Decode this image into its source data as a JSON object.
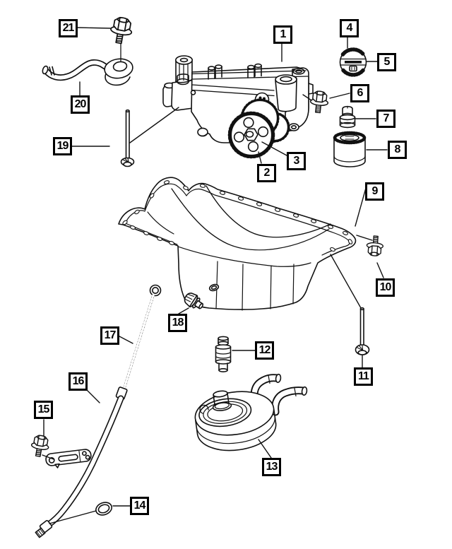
{
  "diagram": {
    "colors": {
      "line": "#111111",
      "background": "#ffffff",
      "callout_border": "#000000"
    },
    "callouts": [
      {
        "label": "1"
      },
      {
        "label": "2"
      },
      {
        "label": "3"
      },
      {
        "label": "4"
      },
      {
        "label": "5"
      },
      {
        "label": "6"
      },
      {
        "label": "7"
      },
      {
        "label": "8"
      },
      {
        "label": "9"
      },
      {
        "label": "10"
      },
      {
        "label": "11"
      },
      {
        "label": "12"
      },
      {
        "label": "13"
      },
      {
        "label": "14"
      },
      {
        "label": "15"
      },
      {
        "label": "16"
      },
      {
        "label": "17"
      },
      {
        "label": "18"
      },
      {
        "label": "19"
      },
      {
        "label": "20"
      },
      {
        "label": "21"
      }
    ]
  }
}
